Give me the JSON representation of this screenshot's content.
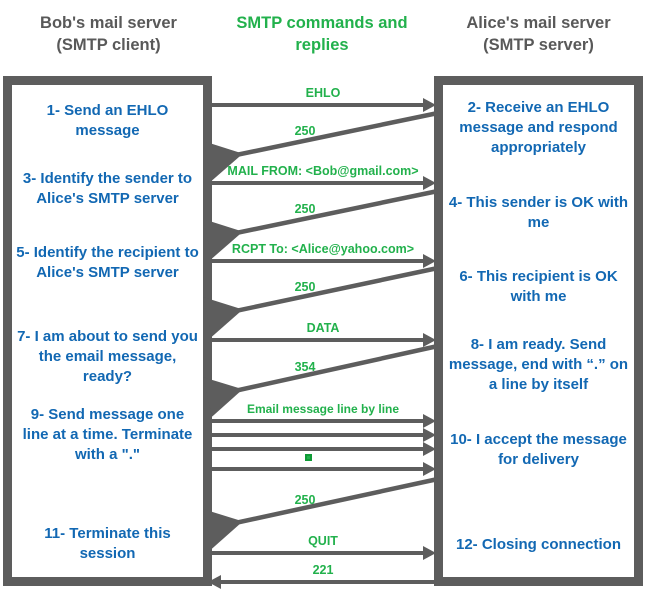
{
  "headers": {
    "left": "Bob's mail server\n(SMTP client)",
    "left_line1": "Bob's mail server",
    "left_line2": "(SMTP client)",
    "middle_line1": "SMTP commands and",
    "middle_line2": "replies",
    "right_line1": "Alice's mail server",
    "right_line2": "(SMTP server)"
  },
  "colors": {
    "frame_gray": "#5d5d5d",
    "step_blue": "#1268b3",
    "label_green": "#22b14c",
    "header_gray": "#595959",
    "background": "#ffffff"
  },
  "client_steps": [
    {
      "id": "step-1",
      "text": "1- Send an EHLO message"
    },
    {
      "id": "step-3",
      "text": "3- Identify the sender to Alice's SMTP server"
    },
    {
      "id": "step-5",
      "text": "5- Identify the recipient to Alice's SMTP server"
    },
    {
      "id": "step-7",
      "text": "7- I am about to send you the email message, ready?"
    },
    {
      "id": "step-9",
      "text": "9- Send message one line at a time. Terminate with a \".\""
    },
    {
      "id": "step-11",
      "text": "11- Terminate this session"
    }
  ],
  "server_steps": [
    {
      "id": "step-2",
      "text": "2- Receive an EHLO message and respond appropriately"
    },
    {
      "id": "step-4",
      "text": "4- This sender is OK with me"
    },
    {
      "id": "step-6",
      "text": "6- This recipient is OK with me"
    },
    {
      "id": "step-8",
      "text": "8-  I am ready. Send message, end with “.” on a line by itself"
    },
    {
      "id": "step-10",
      "text": "10-  I accept the message for delivery"
    },
    {
      "id": "step-12",
      "text": "12-  Closing connection"
    }
  ],
  "messages": [
    {
      "id": "msg-ehlo",
      "label": "EHLO",
      "direction": "client-to-server",
      "kind": "horizontal"
    },
    {
      "id": "msg-250-ehlo",
      "label": "250",
      "direction": "server-to-client",
      "kind": "diagonal"
    },
    {
      "id": "msg-mail-from",
      "label": "MAIL FROM: <Bob@gmail.com>",
      "direction": "client-to-server",
      "kind": "horizontal"
    },
    {
      "id": "msg-250-mail",
      "label": "250",
      "direction": "server-to-client",
      "kind": "diagonal"
    },
    {
      "id": "msg-rcpt-to",
      "label": "RCPT To: <Alice@yahoo.com>",
      "direction": "client-to-server",
      "kind": "horizontal"
    },
    {
      "id": "msg-250-rcpt",
      "label": "250",
      "direction": "server-to-client",
      "kind": "diagonal"
    },
    {
      "id": "msg-data",
      "label": "DATA",
      "direction": "client-to-server",
      "kind": "horizontal"
    },
    {
      "id": "msg-354",
      "label": "354",
      "direction": "server-to-client",
      "kind": "diagonal"
    },
    {
      "id": "msg-body-1",
      "label": "Email message line by line",
      "direction": "client-to-server",
      "kind": "horizontal"
    },
    {
      "id": "msg-body-2",
      "label": "",
      "direction": "client-to-server",
      "kind": "horizontal"
    },
    {
      "id": "msg-body-3",
      "label": "",
      "direction": "client-to-server",
      "kind": "horizontal"
    },
    {
      "id": "msg-body-end",
      "label": "",
      "direction": "client-to-server",
      "kind": "horizontal"
    },
    {
      "id": "msg-250-body",
      "label": "250",
      "direction": "server-to-client",
      "kind": "diagonal"
    },
    {
      "id": "msg-quit",
      "label": "QUIT",
      "direction": "client-to-server",
      "kind": "horizontal"
    },
    {
      "id": "msg-221",
      "label": "221",
      "direction": "server-to-client",
      "kind": "horizontal"
    }
  ]
}
